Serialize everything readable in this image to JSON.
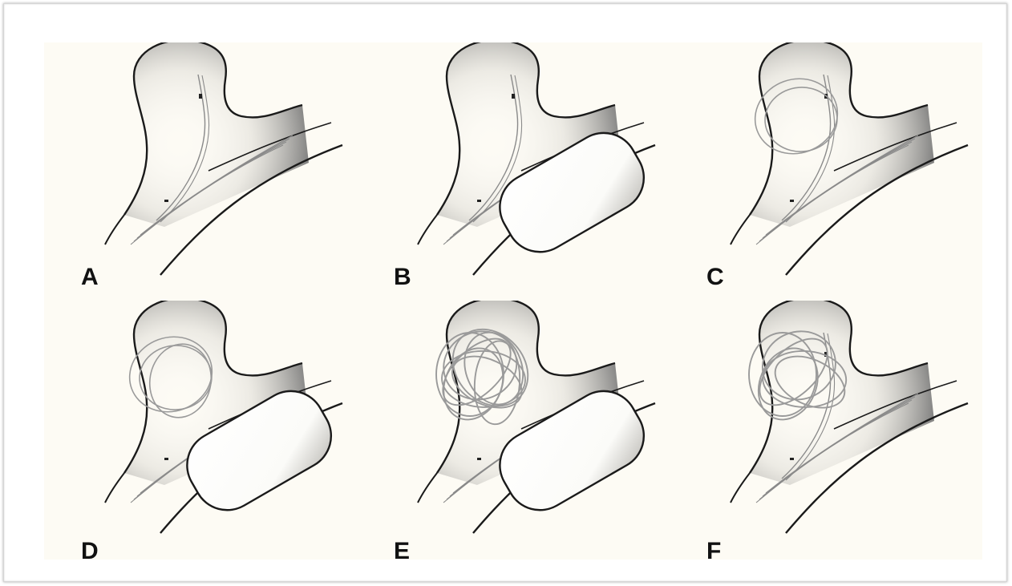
{
  "figure": {
    "panels": [
      {
        "id": "A",
        "label": "A",
        "balloon": false,
        "loops": 0,
        "dense": false,
        "catheter_in_sac": true
      },
      {
        "id": "B",
        "label": "B",
        "balloon": true,
        "loops": 0,
        "dense": false,
        "catheter_in_sac": true
      },
      {
        "id": "C",
        "label": "C",
        "balloon": false,
        "loops": 2,
        "dense": false,
        "catheter_in_sac": true
      },
      {
        "id": "D",
        "label": "D",
        "balloon": true,
        "loops": 3,
        "dense": false,
        "catheter_in_sac": false
      },
      {
        "id": "E",
        "label": "E",
        "balloon": true,
        "loops": 9,
        "dense": true,
        "catheter_in_sac": false
      },
      {
        "id": "F",
        "label": "F",
        "balloon": false,
        "loops": 6,
        "dense": true,
        "catheter_in_sac": true
      }
    ]
  },
  "colors": {
    "background": "#fdfbf4",
    "vessel": "#1a1a1a",
    "catheter": "#8a8a8a",
    "coil": "#9a9a9a",
    "balloon_fill": "#fbfbf8",
    "shade": "#6e6e6e"
  }
}
